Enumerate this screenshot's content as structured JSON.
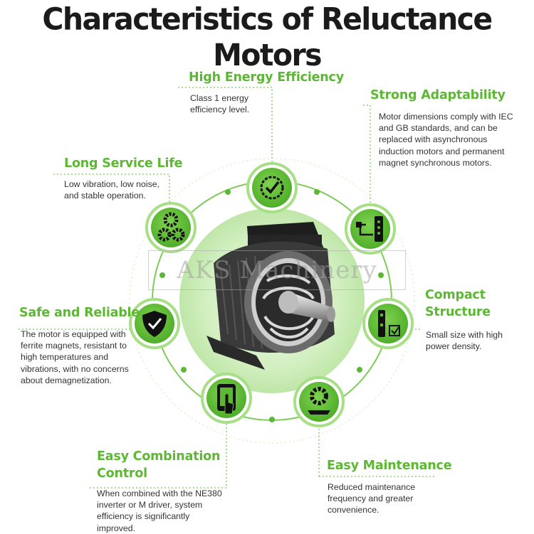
{
  "title": "Characteristics of Reluctance Motors",
  "watermark": "AKS Machinery",
  "colors": {
    "accent": "#5cb833",
    "icon_bg": "#5cb833",
    "icon_fg": "#111111",
    "ring_glow": "#cdeebb"
  },
  "features": {
    "efficiency": {
      "title": "High Energy Efficiency",
      "desc": [
        "Class 1 energy",
        "efficiency level."
      ],
      "icon": "check-badge-icon"
    },
    "adaptability": {
      "title": "Strong Adaptability",
      "desc": [
        "Motor dimensions comply with IEC",
        "and GB standards, and can be",
        "replaced with asynchronous",
        "induction motors and permanent",
        "magnet synchronous motors."
      ],
      "icon": "adapter-device-icon"
    },
    "service_life": {
      "title": "Long Service Life",
      "desc": [
        "Low vibration, low noise,",
        "and stable operation."
      ],
      "icon": "gears-icon"
    },
    "safe": {
      "title": "Safe and Reliable",
      "desc": [
        "The motor is equipped with",
        "ferrite magnets, resistant to",
        "high temperatures and",
        "vibrations, with no concerns",
        "about demagnetization."
      ],
      "icon": "shield-check-icon"
    },
    "compact": {
      "title_lines": [
        "Compact",
        "Structure"
      ],
      "desc": [
        "Small size with high",
        "power density."
      ],
      "icon": "compact-checklist-icon"
    },
    "combination": {
      "title_lines": [
        "Easy Combination",
        "Control"
      ],
      "desc": [
        "When combined with the NE380",
        "inverter or M driver, system",
        "efficiency is significantly",
        "improved."
      ],
      "icon": "touch-phone-icon"
    },
    "maintenance": {
      "title": "Easy Maintenance",
      "desc": [
        "Reduced maintenance",
        "frequency and greater",
        "convenience."
      ],
      "icon": "gear-hand-icon"
    }
  }
}
